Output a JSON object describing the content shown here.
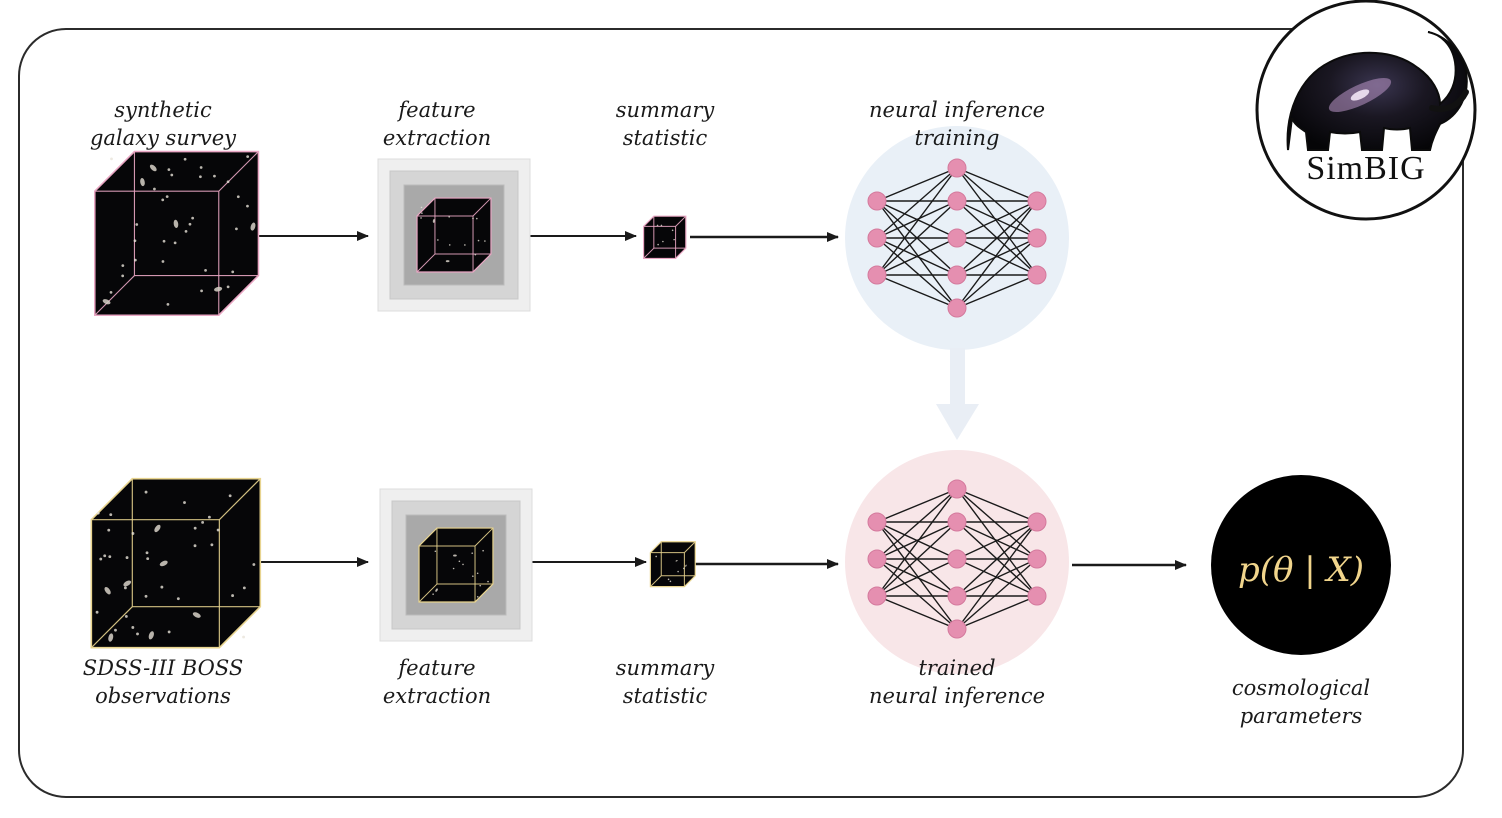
{
  "top_row": {
    "input_label": [
      "synthetic",
      "galaxy survey"
    ],
    "feature_label": [
      "feature",
      "extraction"
    ],
    "summary_label": [
      "summary",
      "statistic"
    ],
    "network_label": [
      "neural inference",
      "training"
    ]
  },
  "bottom_row": {
    "input_label": [
      "SDSS-III BOSS",
      "observations"
    ],
    "feature_label": [
      "feature",
      "extraction"
    ],
    "summary_label": [
      "summary",
      "statistic"
    ],
    "network_label": [
      "trained",
      "neural inference"
    ]
  },
  "output": {
    "posterior": "p(θ | X)",
    "label": [
      "cosmological",
      "parameters"
    ]
  },
  "logo": {
    "name": "SimBIG"
  },
  "colors": {
    "top_accent": "#e9a6c3",
    "bottom_accent": "#e8d48f",
    "node": "#e58fb0",
    "top_network_bg": "#e9f0f7",
    "bottom_network_bg": "#f8e6e8",
    "posterior_text": "#f1d58c"
  }
}
